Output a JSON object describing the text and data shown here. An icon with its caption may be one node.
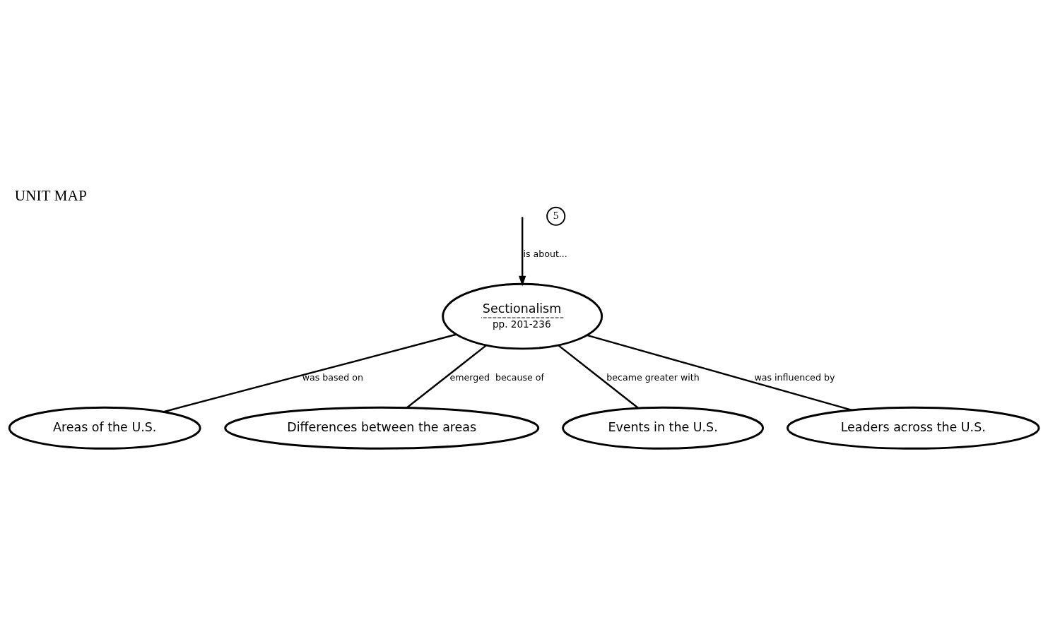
{
  "diagram": {
    "title": "UNIT MAP",
    "nodes": [
      {
        "text": [
          "Sectionalism",
          "pp. 201-236"
        ]
      },
      {
        "text": [
          "Areas of the U.S."
        ]
      },
      {
        "text": [
          "Differences between the areas"
        ]
      },
      {
        "text": [
          "Events in the U.S."
        ]
      },
      {
        "text": [
          "Leaders across the U.S."
        ]
      }
    ],
    "edges": [
      {
        "from": null,
        "to": 0,
        "arrow": "to",
        "label": "is about..."
      },
      {
        "from": 0,
        "to": 1,
        "arrow": "none",
        "label": "was based on"
      },
      {
        "from": 0,
        "to": 2,
        "arrow": "none",
        "label": "emerged  because of"
      },
      {
        "from": 0,
        "to": 3,
        "arrow": "none",
        "label": "became greater with"
      },
      {
        "from": 0,
        "to": 4,
        "arrow": "none",
        "label": "was influenced by"
      }
    ],
    "labels": [
      "5"
    ]
  }
}
